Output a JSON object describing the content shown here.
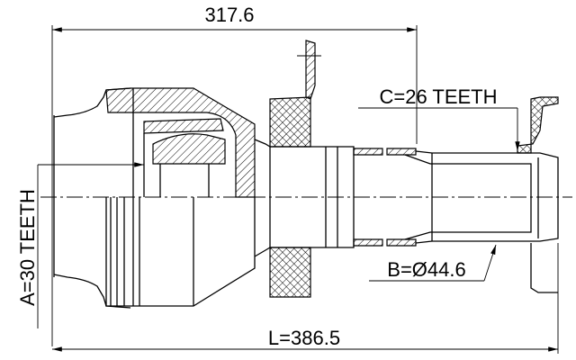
{
  "dimensions": {
    "overall_housing_length": "317.6",
    "total_length": "L=386.5",
    "inner_spline": "A=30 TEETH",
    "outer_spline": "C=26 TEETH",
    "bore_diameter": "B=Ø44.6"
  }
}
